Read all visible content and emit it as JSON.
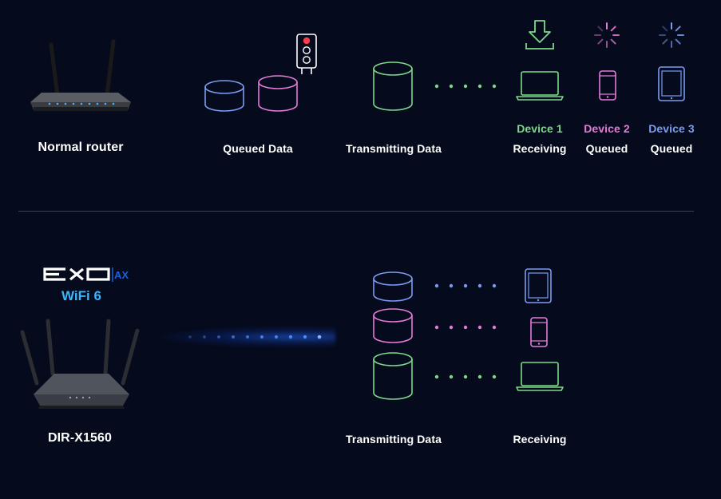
{
  "top": {
    "router_label": "Normal router",
    "queued_label": "Queued Data",
    "transmitting_label": "Transmitting Data",
    "devices": [
      {
        "name": "Device 1",
        "status": "Receiving",
        "color": "#7cd98a"
      },
      {
        "name": "Device 2",
        "status": "Queued",
        "color": "#e47bd9"
      },
      {
        "name": "Device 3",
        "status": "Queued",
        "color": "#7b9cf0"
      }
    ]
  },
  "bottom": {
    "logo_text": "EXO",
    "logo_suffix": "AX",
    "wifi_label": "WiFi 6",
    "router_label": "DIR-X1560",
    "transmitting_label": "Transmitting Data",
    "receiving_label": "Receiving"
  },
  "colors": {
    "background": "#050b1c",
    "green": "#7cd98a",
    "pink": "#e47bd9",
    "blue": "#7b9cf0",
    "wifi_blue": "#36b6ff",
    "stoplight_red": "#ff3b4a"
  }
}
